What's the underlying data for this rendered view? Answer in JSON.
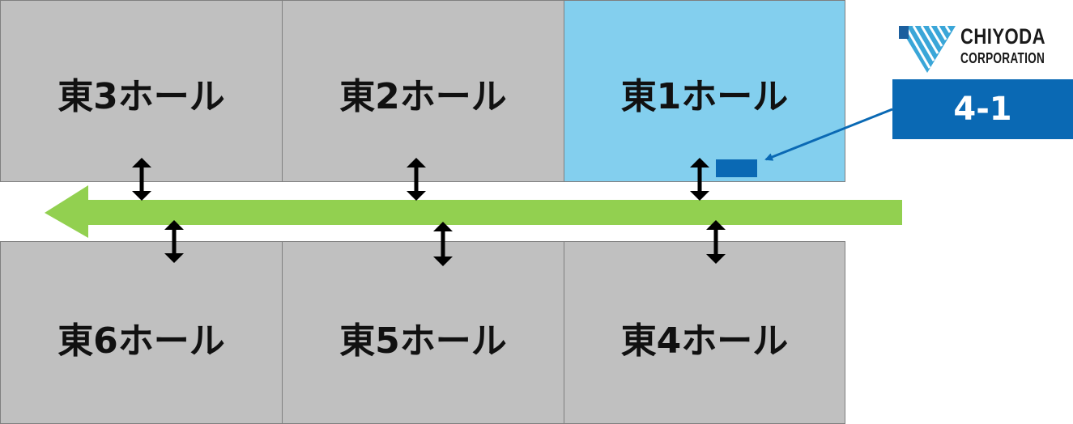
{
  "halls": {
    "east3": "東3ホール",
    "east2": "東2ホール",
    "east1": "東1ホール",
    "east6": "東6ホール",
    "east5": "東5ホール",
    "east4": "東4ホール"
  },
  "booth": {
    "label": "4-1",
    "highlight_hall": "east1"
  },
  "logo": {
    "line1": "CHIYODA",
    "line2": "CORPORATION"
  },
  "colors": {
    "hall": "#c0c0c0",
    "hall_highlight": "#83cfee",
    "booth": "#0a69b4",
    "walkway": "#92d050",
    "door_arrow": "#000000"
  },
  "icons": {
    "walkway": "left-arrow-icon",
    "doors": "double-arrow-icon",
    "logo": "chiyoda-logo-icon"
  }
}
